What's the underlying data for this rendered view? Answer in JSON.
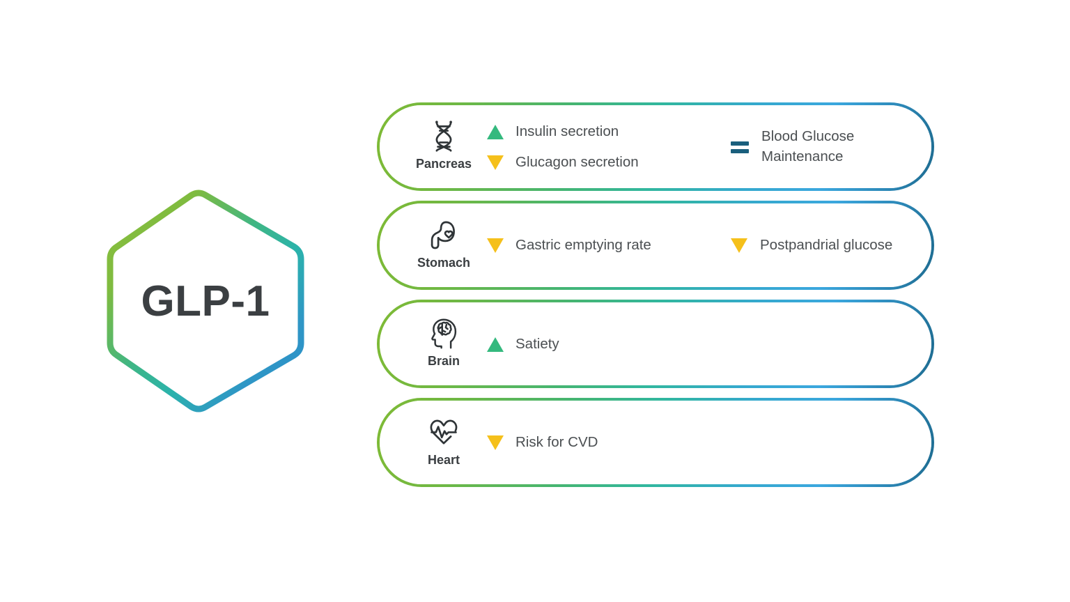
{
  "center_badge": {
    "label": "GLP-1",
    "shape": "hexagon",
    "gradient_start": "#81bc3f",
    "gradient_mid": "#2fb89c",
    "gradient_end": "#2a8fc4"
  },
  "legend_colors": {
    "increase": "#34b97e",
    "decrease": "#f5c01b",
    "maintain": "#1a5f7d",
    "text": "#4b4f52",
    "organ_label": "#3a3e41"
  },
  "pill_border": {
    "from": "#7fba35",
    "mid": "#31b79f",
    "to": "#1d6a8e"
  },
  "rows": [
    {
      "organ": "Pancreas",
      "icon": "dna-helix-icon",
      "effects": [
        {
          "direction": "up",
          "marker": "up-triangle-icon",
          "text": "Insulin secretion"
        },
        {
          "direction": "down",
          "marker": "down-triangle-icon",
          "text": "Glucagon secretion"
        }
      ],
      "outcome": {
        "direction": "equal",
        "marker": "equals-icon",
        "text": "Blood Glucose Maintenance"
      }
    },
    {
      "organ": "Stomach",
      "icon": "stomach-icon",
      "effects": [
        {
          "direction": "down",
          "marker": "down-triangle-icon",
          "text": "Gastric emptying rate"
        }
      ],
      "outcome": {
        "direction": "down",
        "marker": "down-triangle-icon",
        "text": "Postpandrial glucose"
      }
    },
    {
      "organ": "Brain",
      "icon": "brain-head-icon",
      "effects": [
        {
          "direction": "up",
          "marker": "up-triangle-icon",
          "text": "Satiety"
        }
      ],
      "outcome": null
    },
    {
      "organ": "Heart",
      "icon": "heart-pulse-icon",
      "effects": [
        {
          "direction": "down",
          "marker": "down-triangle-icon",
          "text": "Risk for CVD"
        }
      ],
      "outcome": null
    }
  ]
}
